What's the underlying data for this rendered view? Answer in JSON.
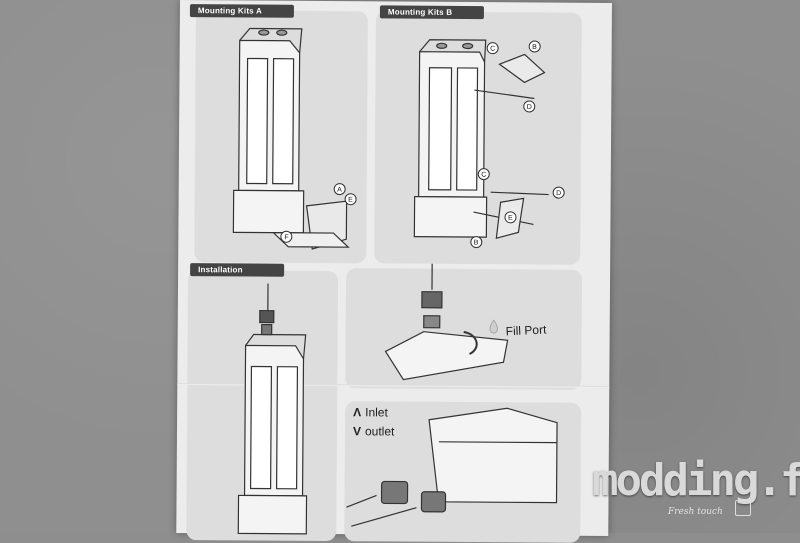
{
  "manual": {
    "panels": {
      "kit_a": {
        "title": "Mounting Kits A",
        "callouts": [
          "A",
          "E",
          "F"
        ]
      },
      "kit_b": {
        "title": "Mounting Kits B",
        "callouts": [
          "B",
          "C",
          "D",
          "C",
          "D",
          "E",
          "B"
        ]
      },
      "installation": {
        "title": "Installation"
      }
    },
    "fill_port_label": "Fill Port",
    "legend": [
      {
        "symbol": "Λ",
        "label": "Inlet"
      },
      {
        "symbol": "V",
        "label": "outlet"
      }
    ]
  },
  "watermark": {
    "brand": "modding.fr",
    "tagline": "Fresh touch"
  },
  "colors": {
    "background": "#8f8f8f",
    "paper": "#ececec",
    "panel": "#dddddd",
    "tab": "#444444"
  }
}
